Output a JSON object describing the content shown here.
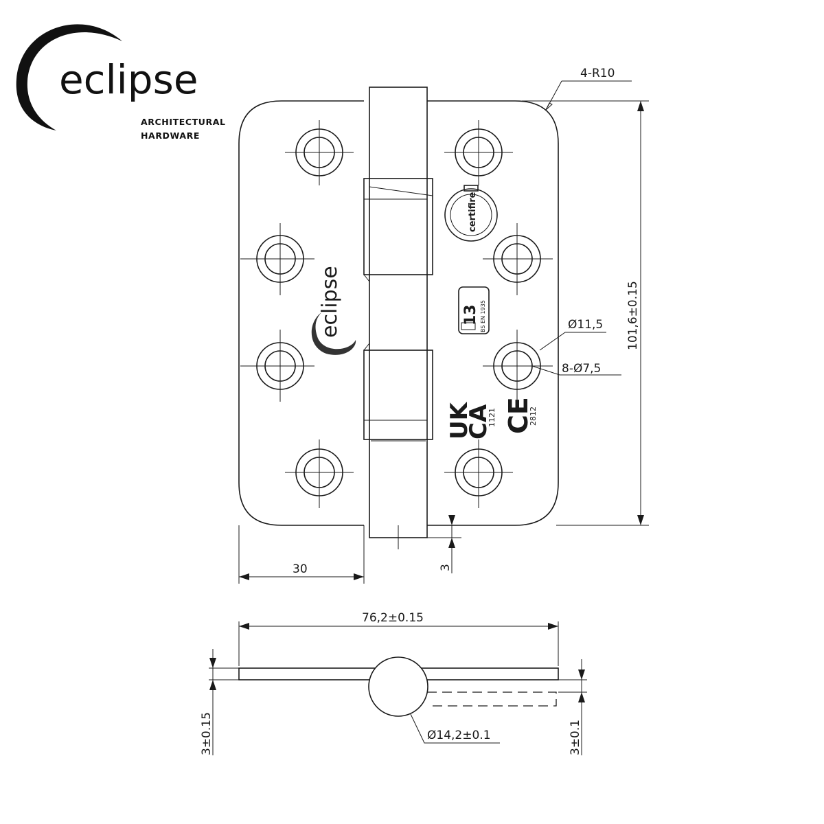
{
  "logo": {
    "brand": "eclipse",
    "tagline_line1": "ARCHITECTURAL",
    "tagline_line2": "HARDWARE"
  },
  "hinge_marks": {
    "leaf_brand": "eclipse",
    "certification": "certifire",
    "fire_grade": "13",
    "standard": "BS EN 1935",
    "ukca_line1": "UK",
    "ukca_line2": "CA",
    "ukca_code": "1121",
    "ce_mark": "CE",
    "ce_code": "2812"
  },
  "dimensions": {
    "corner_radius": "4-R10",
    "height": "101,6±0.15",
    "outer_diameter": "Ø11,5",
    "hole_spec": "8-Ø7,5",
    "leaf_offset": "30",
    "knuckle_gap": "3",
    "width": "76,2±0.15",
    "leaf_thickness_left": "3±0.15",
    "knuckle_diameter": "Ø14,2±0.1",
    "leaf_thickness_right": "3±0.1"
  }
}
